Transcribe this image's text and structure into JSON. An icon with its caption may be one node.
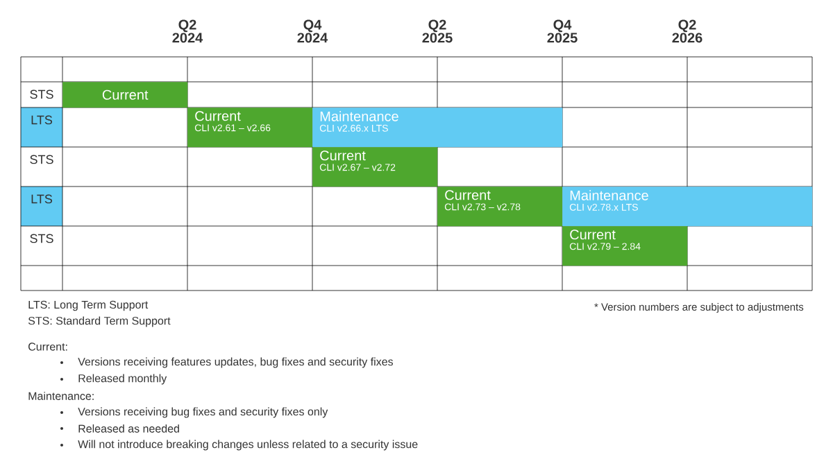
{
  "diagram": {
    "nodes": [
      {
        "text": [
          "Current"
        ]
      },
      {
        "text": [
          "Current",
          "CLI v2.61 – v2.66"
        ]
      },
      {
        "text": [
          "Maintenance",
          "CLI v2.66.x LTS"
        ]
      },
      {
        "text": [
          "Current",
          "CLI v2.67 – v2.72"
        ]
      },
      {
        "text": [
          "Current",
          "CLI v2.73 – v2.78"
        ]
      },
      {
        "text": [
          "Maintenance",
          "CLI v2.78.x LTS"
        ]
      },
      {
        "text": [
          "Current",
          "CLI v2.79 – 2.84"
        ]
      }
    ],
    "labels": [
      "Q2 2024",
      "Q4 2024",
      "Q2 2025",
      "Q4 2025",
      "Q2 2026",
      "STS",
      "LTS",
      "STS",
      "LTS",
      "STS",
      "LTS: Long Term Support",
      "STS: Standard Term Support",
      "* Version numbers are subject to adjustments",
      "Current:",
      "Versions receiving features updates, bug fixes and security fixes",
      "Released monthly",
      "Maintenance:",
      "Versions receiving bug fixes and security fixes only",
      "Released as needed",
      "Will not introduce breaking changes unless related to a security issue"
    ]
  }
}
